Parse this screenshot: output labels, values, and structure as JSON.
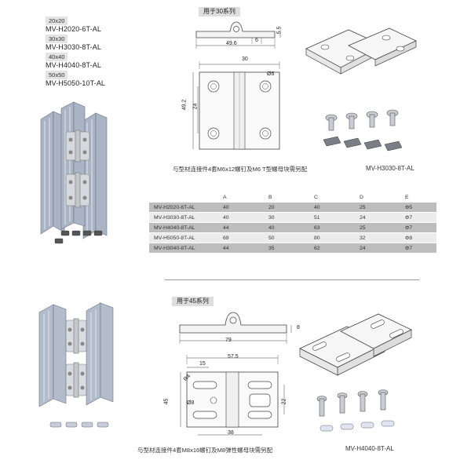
{
  "profile_list": [
    {
      "size": "20x20",
      "model": "MV-H2020-6T-AL"
    },
    {
      "size": "30x30",
      "model": "MV-H3030-8T-AL"
    },
    {
      "size": "40x40",
      "model": "MV-H4040-8T-AL"
    },
    {
      "size": "50x50",
      "model": "MV-H5050-10T-AL"
    }
  ],
  "section30": {
    "series_title": "用于30系列",
    "dims": {
      "total_width": "49.6",
      "thickness": "5.5",
      "offset": "6",
      "width_top": "30",
      "height": "49.2",
      "hole_pitch": "24",
      "hole_dia": "Ø6"
    },
    "caption": "与型材连接件4套M6x12螺钉及M6 T型螺母块需另配",
    "part_number": "MV-H3030-8T-AL"
  },
  "spec_table": {
    "headers": [
      "",
      "A",
      "B",
      "C",
      "D",
      "E"
    ],
    "rows": [
      [
        "MV-H2020-6T-AL",
        "40",
        "20",
        "40",
        "25",
        "Φ5"
      ],
      [
        "MV-H3030-8T-AL",
        "40",
        "30",
        "51",
        "24",
        "Φ7"
      ],
      [
        "MV-H4040-8T-AL",
        "44",
        "40",
        "63",
        "25",
        "Φ7"
      ],
      [
        "MV-H5050-8T-AL",
        "69",
        "50",
        "80",
        "32",
        "Φ8"
      ],
      [
        "MV-H3040-8T-AL",
        "44",
        "35",
        "62",
        "24",
        "Φ7"
      ]
    ]
  },
  "section45": {
    "series_title": "用于45系列",
    "dims": {
      "total_width": "79",
      "thickness": "8",
      "width_top": "57.5",
      "slot_offset": "15",
      "radius": "R4",
      "hole_dia": "Ø8",
      "height": "45",
      "slot_pitch": "22",
      "slot_length": "38"
    },
    "caption": "与型材连接件4套M8x16螺钉及M8弹性螺母块需另配",
    "part_number": "MV-H4040-8T-AL"
  },
  "colors": {
    "accent": "#bdbdbd",
    "line": "#555555",
    "profile": "#9aa4b4"
  }
}
